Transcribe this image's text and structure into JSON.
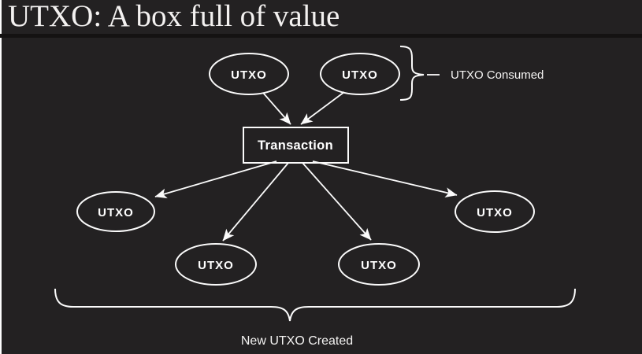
{
  "title": "UTXO: A box full of value",
  "diagram": {
    "inputs": [
      {
        "label": "UTXO"
      },
      {
        "label": "UTXO"
      }
    ],
    "transaction": {
      "label": "Transaction"
    },
    "outputs": [
      {
        "label": "UTXO"
      },
      {
        "label": "UTXO"
      },
      {
        "label": "UTXO"
      },
      {
        "label": "UTXO"
      }
    ],
    "consumed_caption": "UTXO Consumed",
    "created_caption": "New UTXO Created"
  },
  "colors": {
    "background": "#232122",
    "stroke": "#fbfbfb",
    "title_text": "#f3f1f0",
    "divider": "#141212",
    "label_text": "#ffffff"
  }
}
